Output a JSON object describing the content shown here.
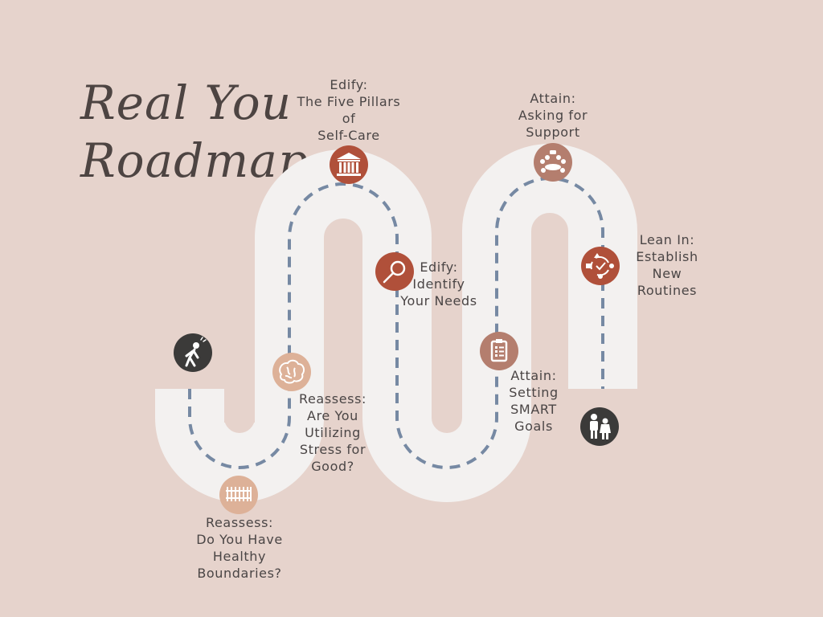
{
  "title": {
    "line1": "Real You",
    "line2": "Roadmap"
  },
  "colors": {
    "background": "#e6d3cc",
    "road": "#f3f1f0",
    "dash": "#7689a3",
    "dark": "#3b3a39",
    "terracotta": "#b0503a",
    "rose": "#b47e6e",
    "sand": "#ddb198"
  },
  "milestones": [
    {
      "id": "start",
      "icon": "stressed-person-icon",
      "color": "dark",
      "label": []
    },
    {
      "id": "boundaries",
      "icon": "fence-icon",
      "color": "sand",
      "label": [
        "Reassess:",
        "Do You Have",
        "Healthy",
        "Boundaries?"
      ]
    },
    {
      "id": "stress",
      "icon": "brain-icon",
      "color": "sand",
      "label": [
        "Reassess:",
        "Are You",
        "Utilizing",
        "Stress for",
        "Good?"
      ]
    },
    {
      "id": "pillars",
      "icon": "pillars-icon",
      "color": "terracotta",
      "label": [
        "Edify:",
        "The Five Pillars",
        "of",
        "Self-Care"
      ]
    },
    {
      "id": "needs",
      "icon": "magnifier-icon",
      "color": "terracotta",
      "label": [
        "Edify:",
        "Identify",
        "Your Needs"
      ]
    },
    {
      "id": "goals",
      "icon": "checklist-icon",
      "color": "rose",
      "label": [
        "Attain:",
        "Setting",
        "SMART",
        "Goals"
      ]
    },
    {
      "id": "support",
      "icon": "group-icon",
      "color": "rose",
      "label": [
        "Attain:",
        "Asking for",
        "Support"
      ]
    },
    {
      "id": "routines",
      "icon": "cycle-icon",
      "color": "terracotta",
      "label": [
        "Lean In:",
        "Establish",
        "New",
        "Routines"
      ]
    },
    {
      "id": "end",
      "icon": "family-icon",
      "color": "dark",
      "label": []
    }
  ]
}
